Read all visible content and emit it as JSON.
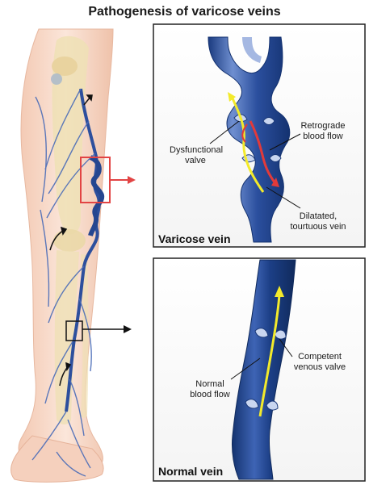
{
  "title": "Pathogenesis of varicose veins",
  "panels": {
    "varicose": {
      "label": "Varicose vein",
      "dysfunctional_valve": [
        "Dysfunctional",
        "valve"
      ],
      "retrograde": [
        "Retrograde",
        "blood flow"
      ],
      "dilatated": [
        "Dilatated,",
        "tourtuous vein"
      ]
    },
    "normal": {
      "label": "Normal vein",
      "competent": [
        "Competent",
        "venous valve"
      ],
      "normal_flow": [
        "Normal",
        "blood flow"
      ]
    }
  },
  "colors": {
    "vein_dark": "#1f3f86",
    "vein_mid": "#3d63b3",
    "vein_light": "#9bb4e2",
    "skin": "#f6d8c6",
    "bone": "#efe0b5",
    "arrow_red": "#e23a3a",
    "flow_yellow": "#f3ea2b",
    "highlight_box_red": "#e24444"
  }
}
